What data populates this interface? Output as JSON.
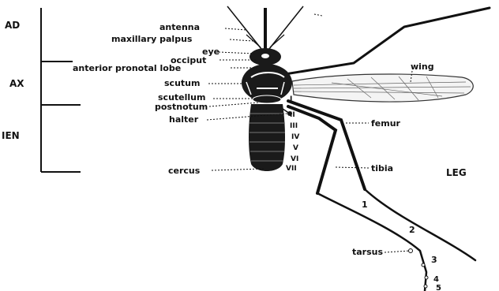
{
  "regions": [
    {
      "key": "head",
      "label": "AD"
    },
    {
      "key": "thorax",
      "label": "AX"
    },
    {
      "key": "abdomen",
      "label": "IEN"
    }
  ],
  "labels": {
    "antenna": "antenna",
    "maxillary_palpus": "maxillary palpus",
    "eye": "eye",
    "occiput": "occiput",
    "anterior_pronotal_lobe": "anterior pronotal lobe",
    "scutum": "scutum",
    "scutellum": "scutellum",
    "postnotum": "postnotum",
    "halter": "halter",
    "cercus": "cercus",
    "wing": "wing",
    "femur": "femur",
    "tibia": "tibia",
    "leg": "LEG",
    "tarsus": "tarsus"
  },
  "segments": [
    "I",
    "II",
    "III",
    "IV",
    "V",
    "VI",
    "VII"
  ],
  "tarsomeres": [
    "1",
    "2",
    "3",
    "4",
    "5"
  ],
  "colors": {
    "ink": "#111111",
    "body": "#1a1a1a",
    "wing_vein": "#555555"
  }
}
